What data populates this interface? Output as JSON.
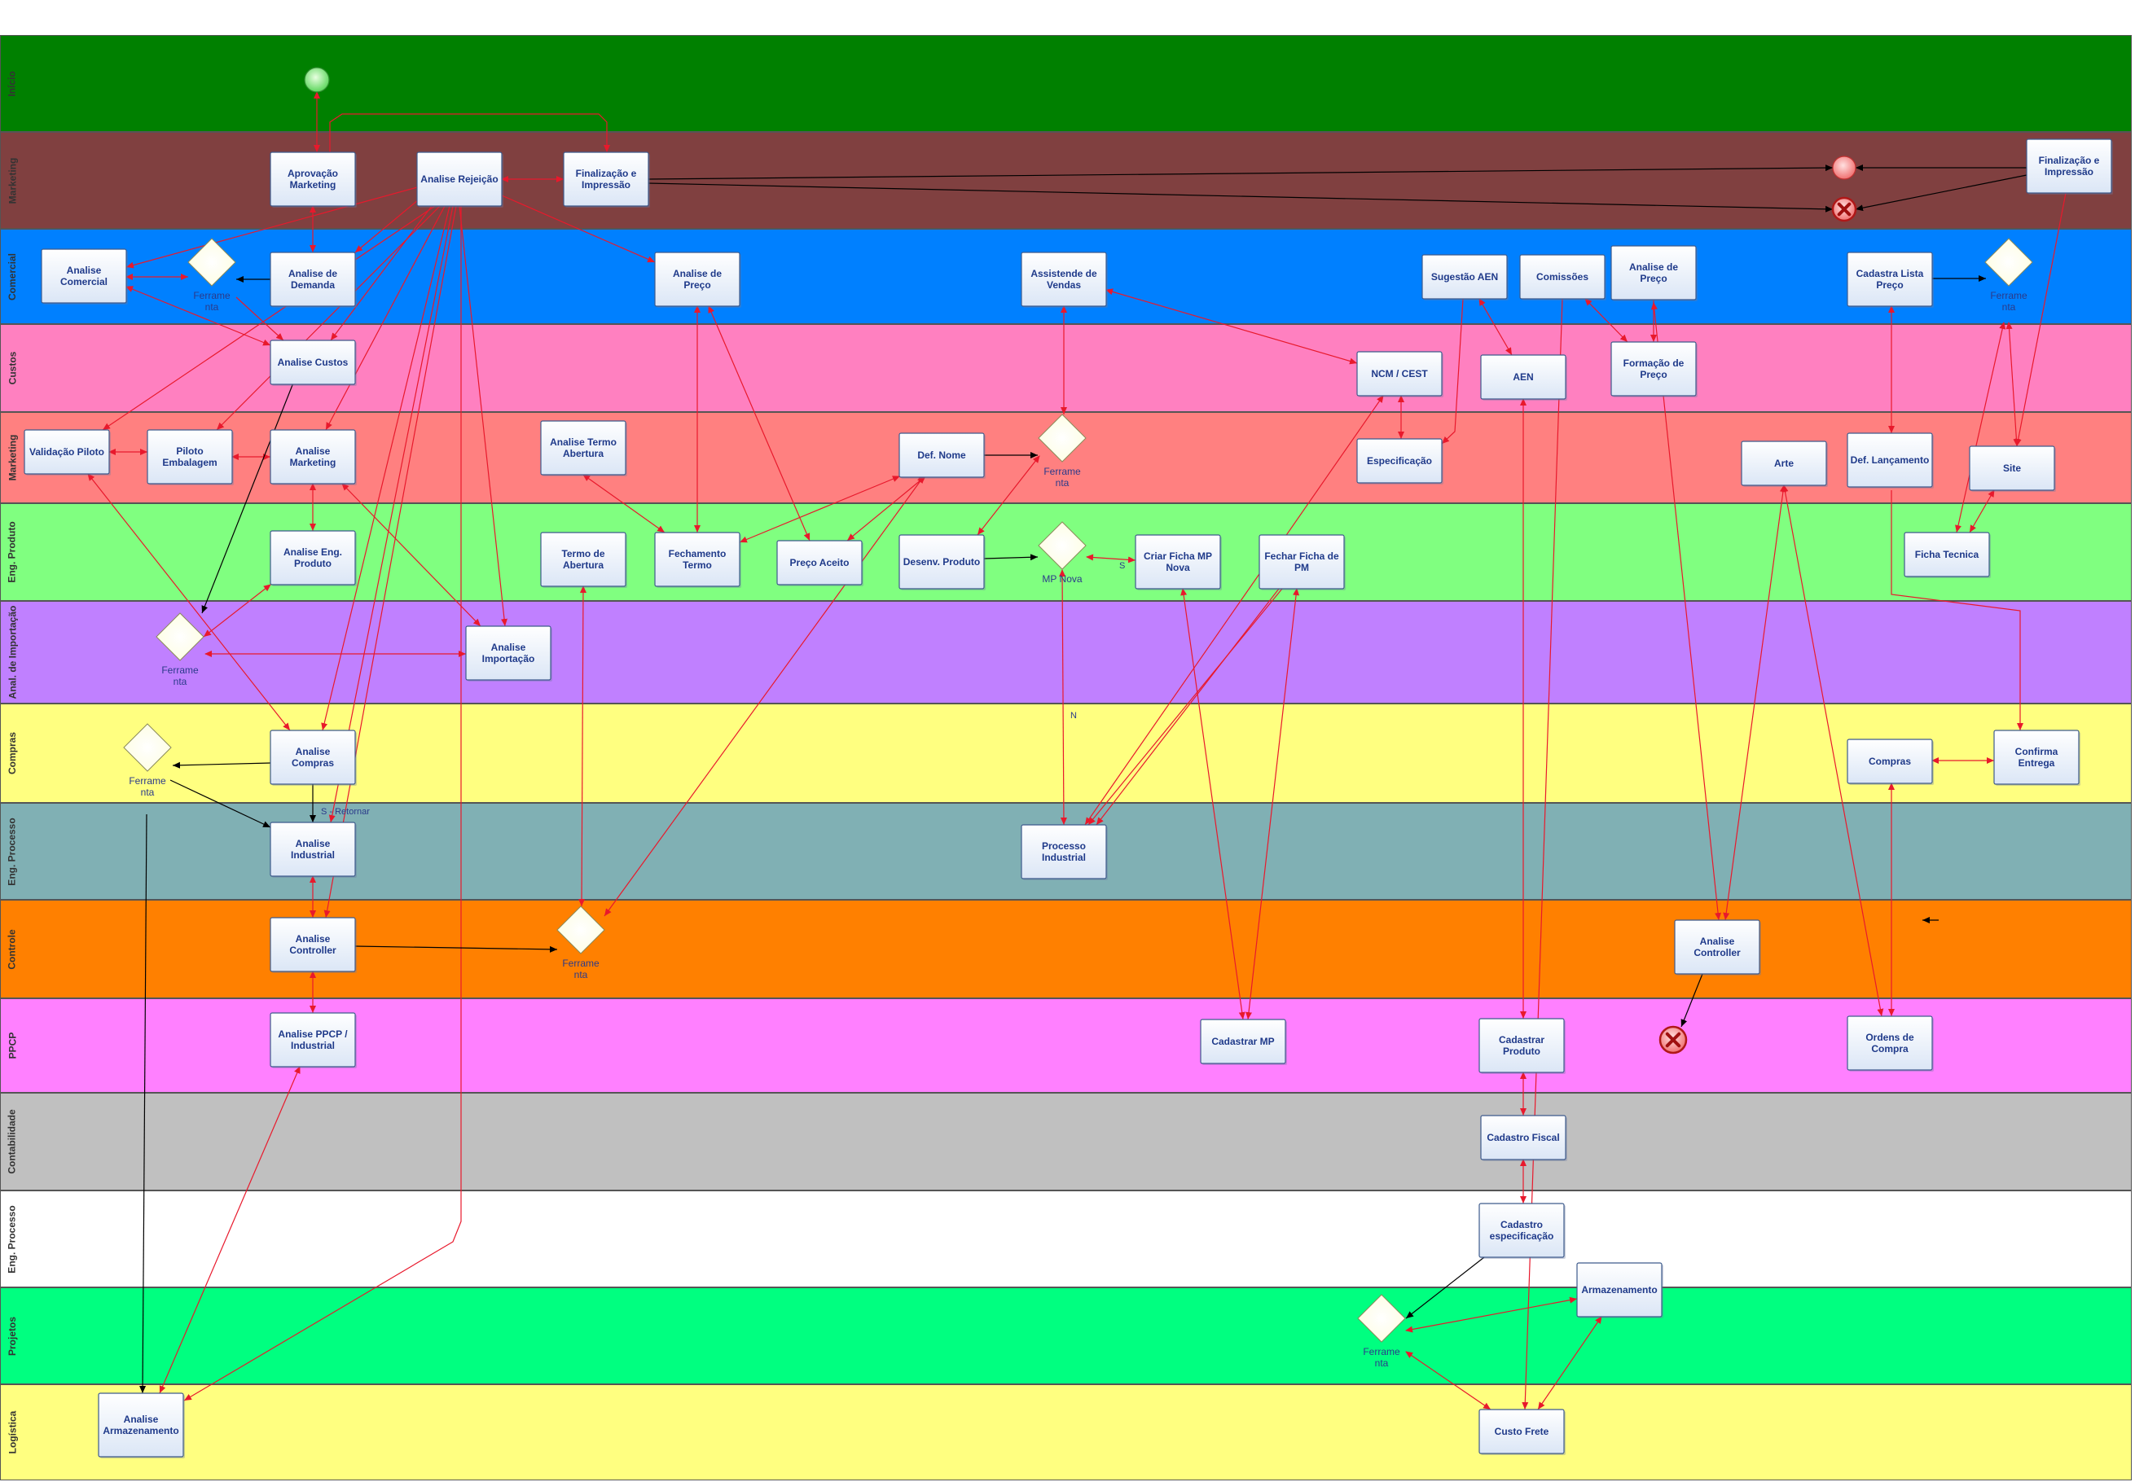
{
  "lanes": [
    {
      "id": "l0",
      "label": "Início",
      "color": "#008000"
    },
    {
      "id": "l1",
      "label": "Marketing",
      "color": "#804040"
    },
    {
      "id": "l2",
      "label": "Comercial",
      "color": "#0080ff"
    },
    {
      "id": "l3",
      "label": "Custos",
      "color": "#ff80c0"
    },
    {
      "id": "l4",
      "label": "Marketing",
      "color": "#ff8080"
    },
    {
      "id": "l5",
      "label": "Eng. Produto",
      "color": "#80ff80"
    },
    {
      "id": "l6",
      "label": "Anal. de Importação",
      "color": "#c080ff"
    },
    {
      "id": "l7",
      "label": "Compras",
      "color": "#ffff80"
    },
    {
      "id": "l8",
      "label": "Eng. Processo",
      "color": "#80b0b4"
    },
    {
      "id": "l9",
      "label": "Controle",
      "color": "#ff8000"
    },
    {
      "id": "l10",
      "label": "PPCP",
      "color": "#ff80ff"
    },
    {
      "id": "l11",
      "label": "Contabilidade",
      "color": "#c0c0c0"
    },
    {
      "id": "l12",
      "label": "Eng. Processo",
      "color": "#ffffff"
    },
    {
      "id": "l13",
      "label": "Projetos",
      "color": "#00ff80"
    },
    {
      "id": "l14",
      "label": "Logística",
      "color": "#ffff80"
    }
  ],
  "tasks": [
    {
      "id": "aprov_mkt",
      "lines": [
        "Aprovação",
        "Marketing"
      ]
    },
    {
      "id": "analise_rej",
      "lines": [
        "Analise Rejeição"
      ]
    },
    {
      "id": "final_imp1",
      "lines": [
        "Finalização e",
        "Impressão"
      ]
    },
    {
      "id": "final_imp2",
      "lines": [
        "Finalização e",
        "Impressão"
      ]
    },
    {
      "id": "analise_com",
      "lines": [
        "Analise",
        "Comercial"
      ]
    },
    {
      "id": "analise_dem",
      "lines": [
        "Analise de",
        "Demanda"
      ]
    },
    {
      "id": "analise_preco",
      "lines": [
        "Analise de",
        "Preço"
      ]
    },
    {
      "id": "assist_vendas",
      "lines": [
        "Assistende de",
        "Vendas"
      ]
    },
    {
      "id": "sugestao_aen",
      "lines": [
        "Sugestão AEN"
      ]
    },
    {
      "id": "comissoes",
      "lines": [
        "Comissões"
      ]
    },
    {
      "id": "analise_preco2",
      "lines": [
        "Analise de",
        "Preço"
      ]
    },
    {
      "id": "cadastra_lista",
      "lines": [
        "Cadastra Lista",
        "Preço"
      ]
    },
    {
      "id": "analise_custos",
      "lines": [
        "Analise Custos"
      ]
    },
    {
      "id": "ncm",
      "lines": [
        "NCM / CEST"
      ]
    },
    {
      "id": "aen",
      "lines": [
        "AEN"
      ]
    },
    {
      "id": "formacao_preco",
      "lines": [
        "Formação de",
        "Preço"
      ]
    },
    {
      "id": "valid_piloto",
      "lines": [
        "Validação Piloto"
      ]
    },
    {
      "id": "piloto_emb",
      "lines": [
        "Piloto",
        "Embalagem"
      ]
    },
    {
      "id": "analise_mkt",
      "lines": [
        "Analise",
        "Marketing"
      ]
    },
    {
      "id": "termo_abert1",
      "lines": [
        "Analise Termo",
        "Abertura"
      ]
    },
    {
      "id": "def_nome",
      "lines": [
        "Def. Nome"
      ]
    },
    {
      "id": "especificacao",
      "lines": [
        "Especificação"
      ]
    },
    {
      "id": "arte",
      "lines": [
        "Arte"
      ]
    },
    {
      "id": "def_lanc",
      "lines": [
        "Def. Lançamento"
      ]
    },
    {
      "id": "site",
      "lines": [
        "Site"
      ]
    },
    {
      "id": "analise_eng",
      "lines": [
        "Analise Eng.",
        "Produto"
      ]
    },
    {
      "id": "termo_abert2",
      "lines": [
        "Termo de",
        "Abertura"
      ]
    },
    {
      "id": "fech_termo",
      "lines": [
        "Fechamento",
        "Termo"
      ]
    },
    {
      "id": "preco_aceito",
      "lines": [
        "Preço Aceito"
      ]
    },
    {
      "id": "desenv_prod",
      "lines": [
        "Desenv. Produto"
      ]
    },
    {
      "id": "criar_ficha",
      "lines": [
        "Criar Ficha MP",
        "Nova"
      ]
    },
    {
      "id": "fechar_ficha",
      "lines": [
        "Fechar Ficha de",
        "PM"
      ]
    },
    {
      "id": "ficha_tecnica",
      "lines": [
        "Ficha Tecnica"
      ]
    },
    {
      "id": "analise_import",
      "lines": [
        "Analise",
        "Importação"
      ]
    },
    {
      "id": "analise_compras",
      "lines": [
        "Analise",
        "Compras"
      ]
    },
    {
      "id": "compras",
      "lines": [
        "Compras"
      ]
    },
    {
      "id": "confirma_entrega",
      "lines": [
        "Confirma",
        "Entrega"
      ]
    },
    {
      "id": "analise_ind",
      "lines": [
        "Analise",
        "Industrial"
      ]
    },
    {
      "id": "processo_ind",
      "lines": [
        "Processo",
        "Industrial"
      ]
    },
    {
      "id": "analise_ctrl1",
      "lines": [
        "Analise",
        "Controller"
      ]
    },
    {
      "id": "analise_ctrl2",
      "lines": [
        "Analise",
        "Controller"
      ]
    },
    {
      "id": "analise_ppcp",
      "lines": [
        "Analise PPCP /",
        "Industrial"
      ]
    },
    {
      "id": "cadastrar_mp",
      "lines": [
        "Cadastrar MP"
      ]
    },
    {
      "id": "cadastrar_prod",
      "lines": [
        "Cadastrar",
        "Produto"
      ]
    },
    {
      "id": "ordens_compra",
      "lines": [
        "Ordens de",
        "Compra"
      ]
    },
    {
      "id": "cadastro_fiscal",
      "lines": [
        "Cadastro Fiscal"
      ]
    },
    {
      "id": "cadastro_espec",
      "lines": [
        "Cadastro",
        "especificação"
      ]
    },
    {
      "id": "armazenamento",
      "lines": [
        "Armazenamento"
      ]
    },
    {
      "id": "analise_armaz",
      "lines": [
        "Analise",
        "Armazenamento"
      ]
    },
    {
      "id": "custo_frete",
      "lines": [
        "Custo Frete"
      ]
    }
  ],
  "gateways": [
    {
      "id": "gw_com",
      "lines": [
        "Ferrame",
        "nta"
      ]
    },
    {
      "id": "gw_com2",
      "lines": [
        "Ferrame",
        "nta"
      ]
    },
    {
      "id": "gw_mkt",
      "lines": [
        "Ferrame",
        "nta"
      ]
    },
    {
      "id": "gw_mpnova",
      "lines": [
        "MP Nova"
      ]
    },
    {
      "id": "gw_imp",
      "lines": [
        "Ferrame",
        "nta"
      ]
    },
    {
      "id": "gw_compras",
      "lines": [
        "Ferrame",
        "nta"
      ]
    },
    {
      "id": "gw_ctrl",
      "lines": [
        "Ferrame",
        "nta"
      ]
    },
    {
      "id": "gw_proj",
      "lines": [
        "Ferrame",
        "nta"
      ]
    }
  ],
  "events": [
    {
      "id": "start",
      "type": "start"
    },
    {
      "id": "end1",
      "type": "end"
    },
    {
      "id": "cancel1",
      "type": "cancel"
    },
    {
      "id": "cancel2",
      "type": "cancel"
    }
  ],
  "edge_labels": [
    {
      "id": "lbl_s",
      "text": "S"
    },
    {
      "id": "lbl_n",
      "text": "N"
    },
    {
      "id": "lbl_ret",
      "text": "S - Retornar"
    }
  ],
  "colors": {
    "arrow_red": "#e8192c",
    "arrow_black": "#000000",
    "task_border": "#3d5a8c"
  }
}
